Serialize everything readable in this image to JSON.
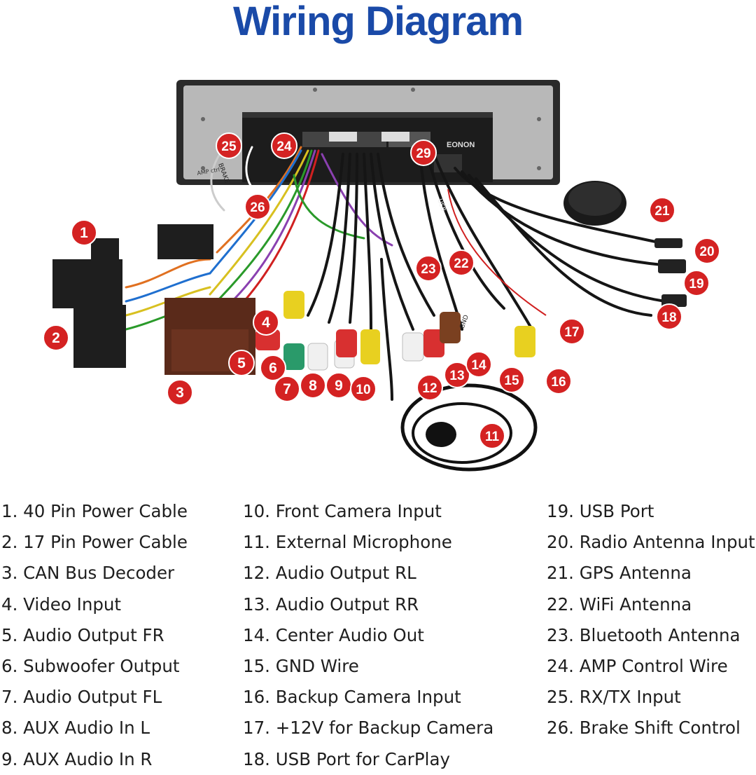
{
  "title": "Wiring Diagram",
  "colors": {
    "title": "#1a4aa8",
    "badge": "#d42222",
    "badge_text": "#ffffff"
  },
  "badges": [
    "1",
    "2",
    "3",
    "4",
    "5",
    "6",
    "7",
    "8",
    "9",
    "10",
    "11",
    "12",
    "13",
    "14",
    "15",
    "16",
    "17",
    "18",
    "19",
    "20",
    "21",
    "22",
    "23",
    "24",
    "25",
    "26",
    "29"
  ],
  "unit_labels": {
    "brand": "EONON",
    "amp": "AMP ctrl",
    "brake": "BRAKE",
    "gnd": "GND",
    "usb": "USB"
  },
  "legend": {
    "col1": [
      "1. 40 Pin Power Cable",
      "2. 17 Pin Power Cable",
      "3. CAN Bus Decoder",
      "4. Video Input",
      "5. Audio Output FR",
      "6. Subwoofer Output",
      "7. Audio Output FL",
      "8. AUX Audio In L",
      "9. AUX Audio In R"
    ],
    "col2": [
      "10. Front Camera Input",
      "11. External Microphone",
      "12. Audio Output RL",
      "13. Audio Output RR",
      "14. Center Audio Out",
      "15. GND Wire",
      "16. Backup Camera Input",
      "17.  +12V for Backup Camera",
      "18. USB Port for CarPlay"
    ],
    "col3": [
      "19. USB Port",
      "20. Radio Antenna Input",
      "21. GPS Antenna",
      "22. WiFi Antenna",
      "23. Bluetooth Antenna",
      "24. AMP Control Wire",
      "25. RX/TX Input",
      "26. Brake Shift Control"
    ]
  }
}
